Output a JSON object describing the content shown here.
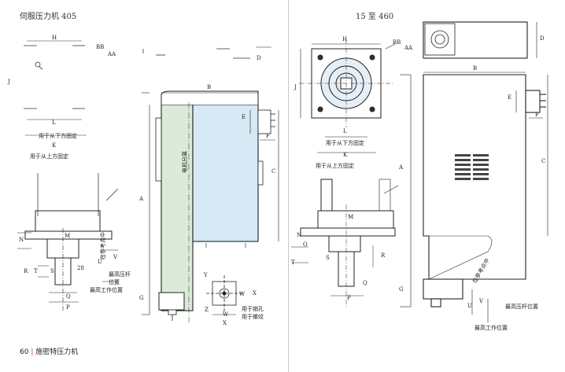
{
  "left": {
    "header": "伺服压力机 405",
    "labels": {
      "H": "H",
      "BB": "BB",
      "AA": "AA",
      "J": "J",
      "L": "L",
      "K": "K",
      "B": "B",
      "D": "D",
      "E": "E",
      "F": "F",
      "C": "C",
      "A": "A",
      "G": "G",
      "N": "N",
      "M": "M",
      "R": "R",
      "T": "T",
      "S": "S",
      "Q": "Q",
      "P": "P",
      "U": "U",
      "V": "V",
      "X": "X",
      "W": "W",
      "Y": "Y",
      "Z": "Z",
      "n28": "28"
    },
    "notes": {
      "lower_fix": "用于从下方固定",
      "upper_fix": "用于从上方固定",
      "max_ram": "最高压杆",
      "position": "位置",
      "max_work": "最高工作位置",
      "pin_hole": "用于销孔",
      "thread_hole": "用于螺纹",
      "center_ref": "在参考点中",
      "motor_mark": "电机分离"
    }
  },
  "right": {
    "header": "15 至 460",
    "labels": {
      "H": "H",
      "BB": "BB",
      "AA": "AA",
      "J": "J",
      "L": "L",
      "K": "K",
      "B": "B",
      "D": "D",
      "E": "E",
      "F": "F",
      "C": "C",
      "A": "A",
      "G": "G",
      "N": "N",
      "O": "O",
      "M": "M",
      "R": "R",
      "T": "T",
      "S": "S",
      "Q": "Q",
      "P": "P",
      "U": "U",
      "V": "V"
    },
    "notes": {
      "lower_fix": "用于从下方固定",
      "upper_fix": "用于从上方固定",
      "max_ram": "最高压杆位置",
      "max_work": "最高工作位置",
      "center_ref": "在参考点中"
    }
  },
  "footer": {
    "page": "60",
    "title": "施密特压力机"
  }
}
